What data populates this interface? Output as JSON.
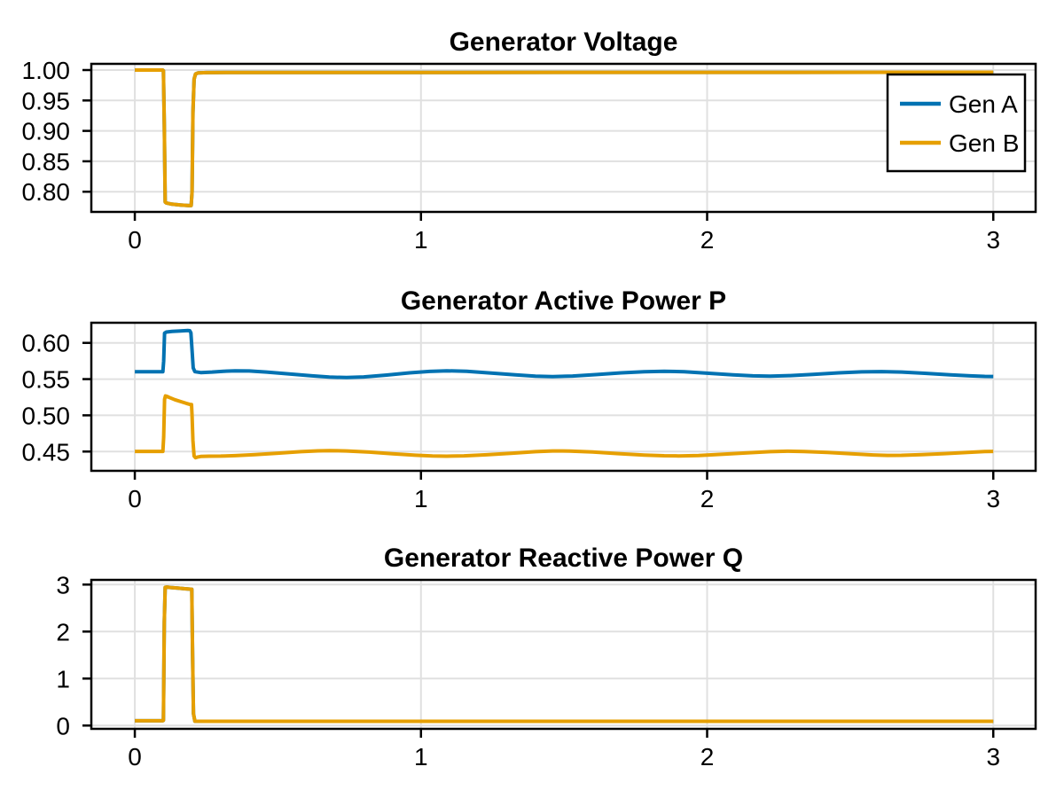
{
  "figure": {
    "background": "#ffffff",
    "frame_color": "#000000",
    "grid_color": "#e0e0e0",
    "tick_color": "#000000",
    "text_color": "#000000",
    "series_colors": {
      "gen_a": "#0072B2",
      "gen_b": "#E69F00"
    }
  },
  "chart_data": [
    {
      "type": "line",
      "title": "Generator Voltage",
      "xlabel": "",
      "ylabel": "",
      "xlim": [
        -0.152,
        3.148
      ],
      "ylim": [
        0.7668,
        1.0102
      ],
      "xtick_values": [
        0,
        1,
        2,
        3
      ],
      "xtick_labels": [
        "0",
        "1",
        "2",
        "3"
      ],
      "ytick_values": [
        1.0,
        0.95,
        0.9,
        0.85,
        0.8
      ],
      "ytick_labels": [
        "1.00",
        "0.95",
        "0.90",
        "0.85",
        "0.80"
      ],
      "grid": true,
      "legend": {
        "visible": true,
        "position": "top-right",
        "entries": [
          "Gen A",
          "Gen B"
        ]
      },
      "series": [
        {
          "name": "Gen A",
          "color": "#0072B2",
          "points": [
            [
              0,
              1.0
            ],
            [
              0.097,
              1.0
            ],
            [
              0.1,
              0.999
            ],
            [
              0.103,
              0.91
            ],
            [
              0.106,
              0.783
            ],
            [
              0.11,
              0.7815
            ],
            [
              0.13,
              0.7795
            ],
            [
              0.16,
              0.7782
            ],
            [
              0.19,
              0.7772
            ],
            [
              0.197,
              0.7775
            ],
            [
              0.2,
              0.8
            ],
            [
              0.203,
              0.93
            ],
            [
              0.207,
              0.985
            ],
            [
              0.212,
              0.9935
            ],
            [
              0.22,
              0.9952
            ],
            [
              0.25,
              0.9958
            ],
            [
              0.4,
              0.996
            ],
            [
              1.0,
              0.996
            ],
            [
              2.0,
              0.9962
            ],
            [
              3.0,
              0.9963
            ]
          ]
        },
        {
          "name": "Gen B",
          "color": "#E69F00",
          "points": [
            [
              0,
              1.0
            ],
            [
              0.097,
              1.0
            ],
            [
              0.1,
              0.999
            ],
            [
              0.103,
              0.91
            ],
            [
              0.106,
              0.783
            ],
            [
              0.11,
              0.7815
            ],
            [
              0.13,
              0.7795
            ],
            [
              0.16,
              0.7782
            ],
            [
              0.19,
              0.7772
            ],
            [
              0.197,
              0.7775
            ],
            [
              0.2,
              0.8
            ],
            [
              0.203,
              0.93
            ],
            [
              0.207,
              0.985
            ],
            [
              0.212,
              0.9935
            ],
            [
              0.22,
              0.9952
            ],
            [
              0.25,
              0.9958
            ],
            [
              0.4,
              0.996
            ],
            [
              1.0,
              0.996
            ],
            [
              2.0,
              0.9962
            ],
            [
              3.0,
              0.9963
            ]
          ]
        }
      ]
    },
    {
      "type": "line",
      "title": "Generator Active Power P",
      "xlabel": "",
      "ylabel": "",
      "xlim": [
        -0.152,
        3.148
      ],
      "ylim": [
        0.4234,
        0.6278
      ],
      "xtick_values": [
        0,
        1,
        2,
        3
      ],
      "xtick_labels": [
        "0",
        "1",
        "2",
        "3"
      ],
      "ytick_values": [
        0.6,
        0.55,
        0.5,
        0.45
      ],
      "ytick_labels": [
        "0.60",
        "0.55",
        "0.50",
        "0.45"
      ],
      "grid": true,
      "legend": {
        "visible": false,
        "position": "top-right",
        "entries": [
          "Gen A",
          "Gen B"
        ]
      },
      "series": [
        {
          "name": "Gen A",
          "color": "#0072B2",
          "points": [
            [
              0,
              0.5602
            ],
            [
              0.098,
              0.5602
            ],
            [
              0.101,
              0.575
            ],
            [
              0.104,
              0.6135
            ],
            [
              0.11,
              0.615
            ],
            [
              0.13,
              0.6158
            ],
            [
              0.16,
              0.6165
            ],
            [
              0.185,
              0.617
            ],
            [
              0.192,
              0.6168
            ],
            [
              0.196,
              0.614
            ],
            [
              0.2,
              0.59
            ],
            [
              0.204,
              0.5655
            ],
            [
              0.21,
              0.5602
            ],
            [
              0.23,
              0.559
            ],
            [
              0.27,
              0.5598
            ],
            [
              0.31,
              0.5608
            ],
            [
              0.35,
              0.5614
            ],
            [
              0.4,
              0.5612
            ],
            [
              0.46,
              0.5598
            ],
            [
              0.54,
              0.5572
            ],
            [
              0.62,
              0.5545
            ],
            [
              0.68,
              0.5528
            ],
            [
              0.74,
              0.5522
            ],
            [
              0.8,
              0.553
            ],
            [
              0.88,
              0.5556
            ],
            [
              0.96,
              0.5586
            ],
            [
              1.03,
              0.5606
            ],
            [
              1.09,
              0.5615
            ],
            [
              1.16,
              0.5608
            ],
            [
              1.24,
              0.5585
            ],
            [
              1.33,
              0.5558
            ],
            [
              1.4,
              0.5541
            ],
            [
              1.46,
              0.5535
            ],
            [
              1.53,
              0.5542
            ],
            [
              1.61,
              0.5562
            ],
            [
              1.7,
              0.5586
            ],
            [
              1.78,
              0.5602
            ],
            [
              1.85,
              0.5609
            ],
            [
              1.92,
              0.5602
            ],
            [
              2.0,
              0.5582
            ],
            [
              2.09,
              0.5559
            ],
            [
              2.16,
              0.5545
            ],
            [
              2.22,
              0.5541
            ],
            [
              2.29,
              0.5548
            ],
            [
              2.37,
              0.5566
            ],
            [
              2.46,
              0.5586
            ],
            [
              2.54,
              0.56
            ],
            [
              2.61,
              0.5604
            ],
            [
              2.68,
              0.5597
            ],
            [
              2.76,
              0.558
            ],
            [
              2.85,
              0.556
            ],
            [
              2.92,
              0.5545
            ],
            [
              2.97,
              0.5538
            ],
            [
              3.0,
              0.5536
            ]
          ]
        },
        {
          "name": "Gen B",
          "color": "#E69F00",
          "points": [
            [
              0,
              0.4502
            ],
            [
              0.098,
              0.4502
            ],
            [
              0.101,
              0.47
            ],
            [
              0.104,
              0.522
            ],
            [
              0.107,
              0.5268
            ],
            [
              0.112,
              0.5262
            ],
            [
              0.12,
              0.5248
            ],
            [
              0.14,
              0.5215
            ],
            [
              0.16,
              0.519
            ],
            [
              0.18,
              0.5165
            ],
            [
              0.195,
              0.5148
            ],
            [
              0.198,
              0.515
            ],
            [
              0.2,
              0.5
            ],
            [
              0.203,
              0.465
            ],
            [
              0.207,
              0.4438
            ],
            [
              0.212,
              0.4415
            ],
            [
              0.218,
              0.4422
            ],
            [
              0.23,
              0.4432
            ],
            [
              0.26,
              0.4436
            ],
            [
              0.3,
              0.4437
            ],
            [
              0.35,
              0.4443
            ],
            [
              0.42,
              0.4458
            ],
            [
              0.5,
              0.4478
            ],
            [
              0.58,
              0.4498
            ],
            [
              0.64,
              0.451
            ],
            [
              0.68,
              0.4513
            ],
            [
              0.74,
              0.4508
            ],
            [
              0.82,
              0.4492
            ],
            [
              0.9,
              0.447
            ],
            [
              0.98,
              0.445
            ],
            [
              1.04,
              0.4439
            ],
            [
              1.09,
              0.4436
            ],
            [
              1.15,
              0.4441
            ],
            [
              1.23,
              0.4456
            ],
            [
              1.32,
              0.4478
            ],
            [
              1.4,
              0.4498
            ],
            [
              1.46,
              0.4508
            ],
            [
              1.52,
              0.4507
            ],
            [
              1.6,
              0.4494
            ],
            [
              1.69,
              0.4472
            ],
            [
              1.78,
              0.4452
            ],
            [
              1.85,
              0.4442
            ],
            [
              1.9,
              0.444
            ],
            [
              1.97,
              0.4446
            ],
            [
              2.05,
              0.4462
            ],
            [
              2.14,
              0.4482
            ],
            [
              2.22,
              0.4498
            ],
            [
              2.28,
              0.4504
            ],
            [
              2.34,
              0.4501
            ],
            [
              2.42,
              0.4488
            ],
            [
              2.51,
              0.4468
            ],
            [
              2.58,
              0.4453
            ],
            [
              2.63,
              0.4447
            ],
            [
              2.68,
              0.4448
            ],
            [
              2.75,
              0.4457
            ],
            [
              2.83,
              0.4472
            ],
            [
              2.91,
              0.4488
            ],
            [
              2.97,
              0.4499
            ],
            [
              3.0,
              0.4502
            ]
          ]
        }
      ]
    },
    {
      "type": "line",
      "title": "Generator Reactive Power Q",
      "xlabel": "",
      "ylabel": "",
      "xlim": [
        -0.152,
        3.148
      ],
      "ylim": [
        -0.07,
        3.1
      ],
      "xtick_values": [
        0,
        1,
        2,
        3
      ],
      "xtick_labels": [
        "0",
        "1",
        "2",
        "3"
      ],
      "ytick_values": [
        3,
        2,
        1,
        0
      ],
      "ytick_labels": [
        "3",
        "2",
        "1",
        "0"
      ],
      "grid": true,
      "legend": {
        "visible": false,
        "position": "top-right",
        "entries": [
          "Gen A",
          "Gen B"
        ]
      },
      "series": [
        {
          "name": "Gen A",
          "color": "#0072B2",
          "points": [
            [
              0,
              0.102
            ],
            [
              0.097,
              0.102
            ],
            [
              0.1,
              0.11
            ],
            [
              0.103,
              2.2
            ],
            [
              0.106,
              2.94
            ],
            [
              0.112,
              2.948
            ],
            [
              0.125,
              2.938
            ],
            [
              0.15,
              2.925
            ],
            [
              0.175,
              2.912
            ],
            [
              0.195,
              2.902
            ],
            [
              0.199,
              2.9
            ],
            [
              0.202,
              1.5
            ],
            [
              0.205,
              0.25
            ],
            [
              0.21,
              0.093
            ],
            [
              0.25,
              0.091
            ],
            [
              0.5,
              0.091
            ],
            [
              1.0,
              0.091
            ],
            [
              2.0,
              0.091
            ],
            [
              3.0,
              0.091
            ]
          ]
        },
        {
          "name": "Gen B",
          "color": "#E69F00",
          "points": [
            [
              0,
              0.102
            ],
            [
              0.097,
              0.102
            ],
            [
              0.1,
              0.11
            ],
            [
              0.103,
              2.2
            ],
            [
              0.106,
              2.94
            ],
            [
              0.112,
              2.948
            ],
            [
              0.125,
              2.938
            ],
            [
              0.15,
              2.925
            ],
            [
              0.175,
              2.912
            ],
            [
              0.195,
              2.902
            ],
            [
              0.199,
              2.9
            ],
            [
              0.202,
              1.5
            ],
            [
              0.205,
              0.25
            ],
            [
              0.21,
              0.093
            ],
            [
              0.25,
              0.091
            ],
            [
              0.5,
              0.091
            ],
            [
              1.0,
              0.091
            ],
            [
              2.0,
              0.091
            ],
            [
              3.0,
              0.091
            ]
          ]
        }
      ]
    }
  ]
}
